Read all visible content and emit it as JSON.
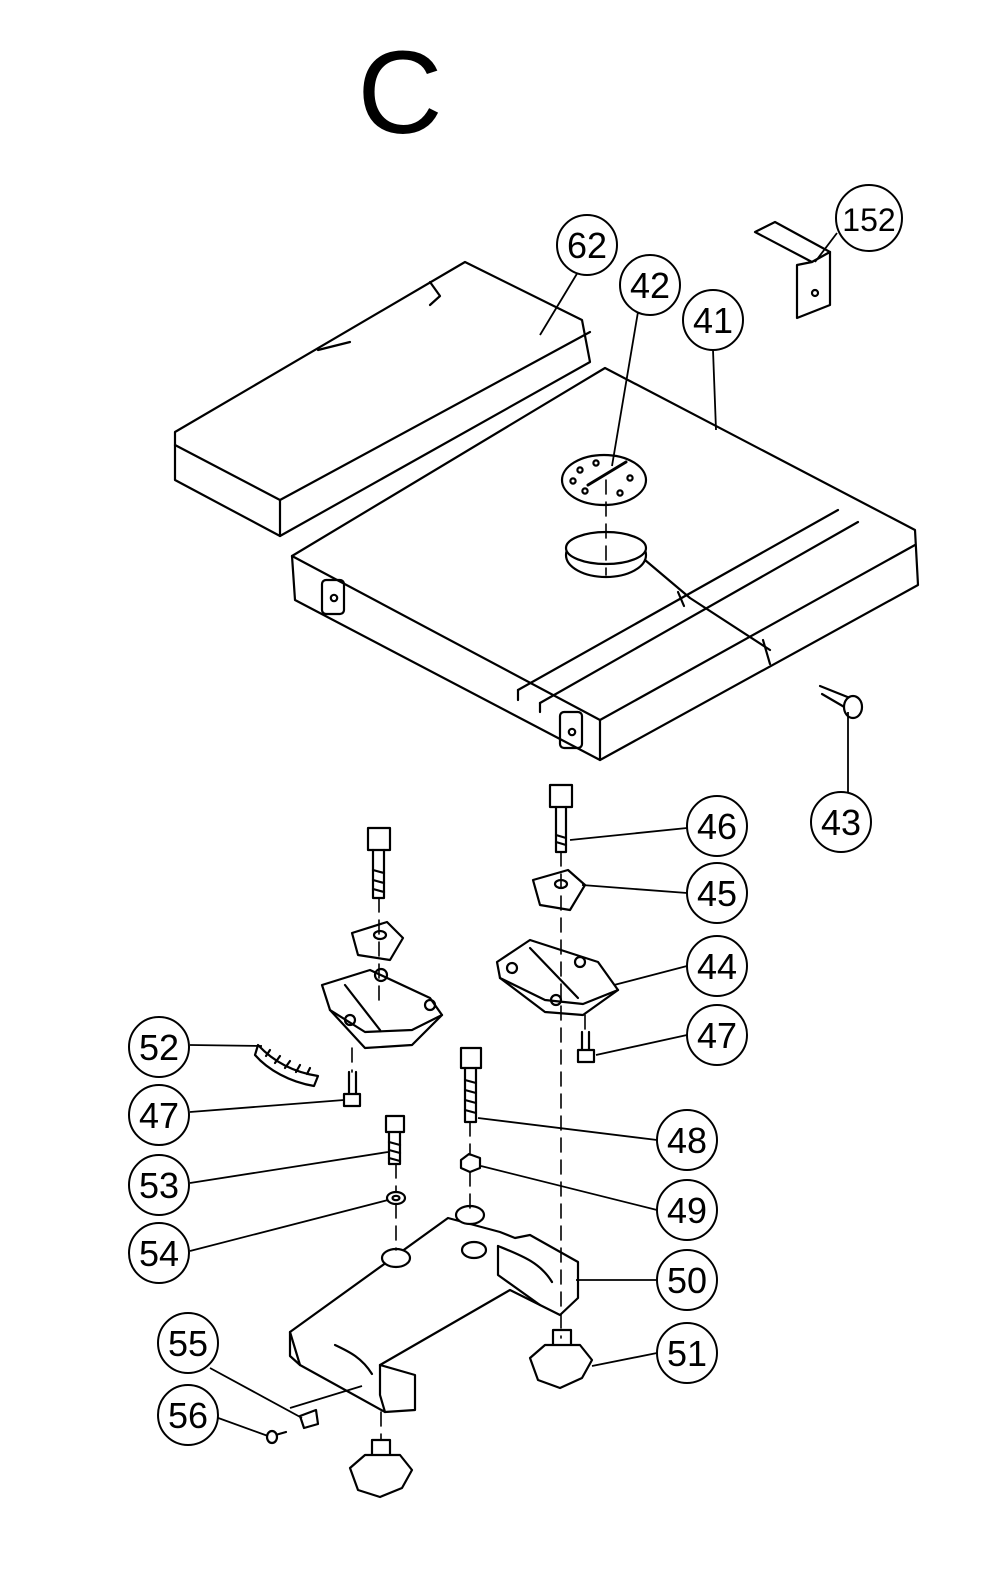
{
  "section_letter": "C",
  "callouts": [
    {
      "id": "c152",
      "label": "152"
    },
    {
      "id": "c62",
      "label": "62"
    },
    {
      "id": "c42",
      "label": "42"
    },
    {
      "id": "c41",
      "label": "41"
    },
    {
      "id": "c43",
      "label": "43"
    },
    {
      "id": "c46",
      "label": "46"
    },
    {
      "id": "c45",
      "label": "45"
    },
    {
      "id": "c44",
      "label": "44"
    },
    {
      "id": "c47a",
      "label": "47"
    },
    {
      "id": "c52",
      "label": "52"
    },
    {
      "id": "c47b",
      "label": "47"
    },
    {
      "id": "c48",
      "label": "48"
    },
    {
      "id": "c53",
      "label": "53"
    },
    {
      "id": "c49",
      "label": "49"
    },
    {
      "id": "c54",
      "label": "54"
    },
    {
      "id": "c50",
      "label": "50"
    },
    {
      "id": "c51",
      "label": "51"
    },
    {
      "id": "c55",
      "label": "55"
    },
    {
      "id": "c56",
      "label": "56"
    }
  ]
}
